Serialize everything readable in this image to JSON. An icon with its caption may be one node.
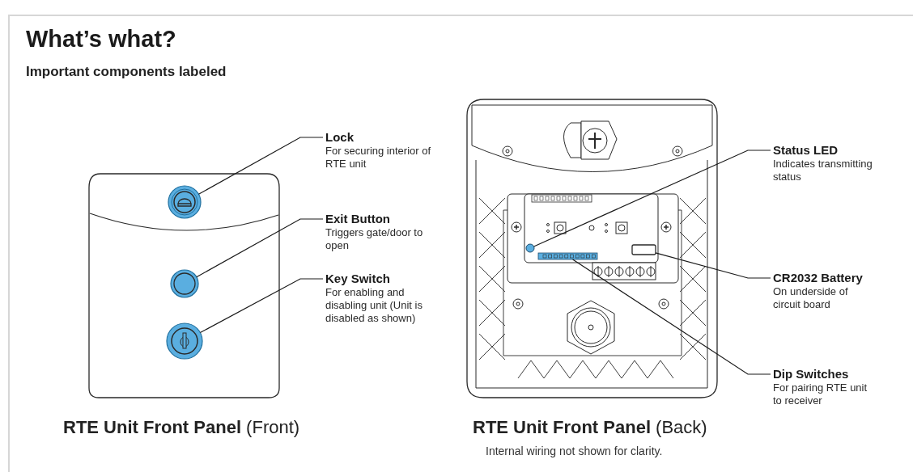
{
  "diagram": {
    "title": "What’s what?",
    "nodes": [
      {
        "text": [
          "Lock",
          "For securing interior of RTE unit"
        ]
      },
      {
        "text": [],
        "shape": "circle"
      },
      {
        "text": [
          "Exit Button",
          "Triggers gate/door to open"
        ]
      },
      {
        "text": [],
        "shape": "circle"
      },
      {
        "text": [
          "Key Switch",
          "For enabling and disabling unit (Unit is disabled as shown)"
        ]
      },
      {
        "text": [],
        "shape": "circle"
      },
      {
        "text": [
          "Status LED",
          "Indicates transmitting status"
        ]
      },
      {
        "text": [],
        "shape": "circle"
      },
      {
        "text": [
          "CR2032 Battery",
          "On underside of circuit board"
        ]
      },
      {
        "text": [],
        "shape": "box"
      },
      {
        "text": [
          "Dip Switches",
          "For pairing RTE unit to receiver"
        ]
      },
      {
        "text": [],
        "shape": "bar"
      }
    ],
    "edges": [
      {
        "from": 0,
        "to": 1,
        "arrow": "none"
      },
      {
        "from": 2,
        "to": 3,
        "arrow": "none"
      },
      {
        "from": 4,
        "to": 5,
        "arrow": "none"
      },
      {
        "from": 6,
        "to": 7,
        "arrow": "none"
      },
      {
        "from": 8,
        "to": 9,
        "arrow": "none"
      },
      {
        "from": 10,
        "to": 11,
        "arrow": "none"
      }
    ],
    "labels": [
      "Important components labeled",
      "**RTE Unit Front Panel** (Front)",
      "**RTE Unit Front Panel** (Back)",
      "Internal wiring not shown for clarity."
    ]
  }
}
